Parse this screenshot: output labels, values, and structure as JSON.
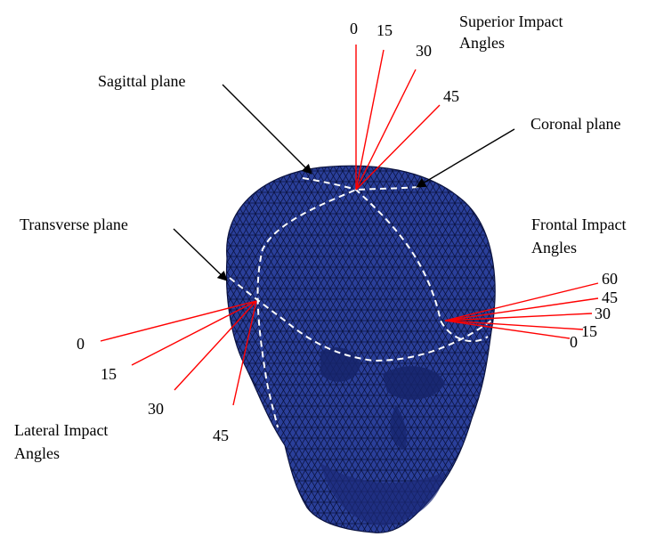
{
  "labels": {
    "superior_line1": "Superior Impact",
    "superior_line2": "Angles",
    "sagittal": "Sagittal plane",
    "coronal": "Coronal plane",
    "transverse": "Transverse plane",
    "frontal_line1": "Frontal Impact",
    "frontal_line2": "Angles",
    "lateral_line1": "Lateral Impact",
    "lateral_line2": "Angles"
  },
  "superior_angles": [
    "0",
    "15",
    "30",
    "45"
  ],
  "frontal_angles": [
    "60",
    "45",
    "30",
    "15",
    "0"
  ],
  "lateral_angles": [
    "0",
    "15",
    "30",
    "45"
  ],
  "colors": {
    "mesh_fill": "#2a3f9a",
    "mesh_line": "#0b1340",
    "impact_line": "#ff0000",
    "plane_line": "#ffffff",
    "pointer": "#000000"
  }
}
